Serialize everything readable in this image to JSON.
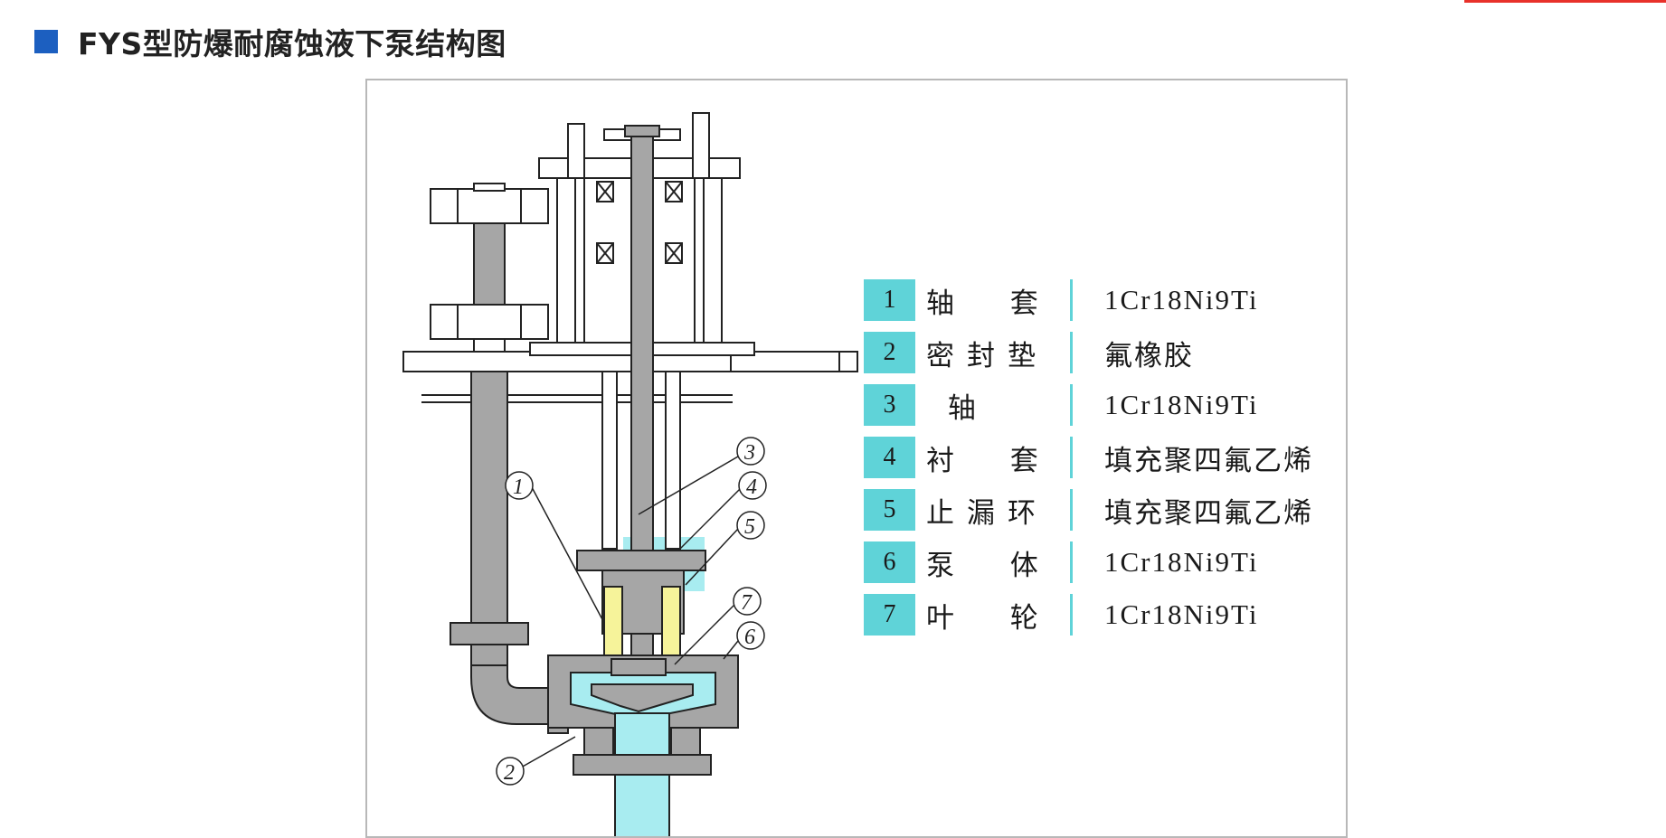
{
  "page": {
    "title": "FYS型防爆耐腐蚀液下泵结构图"
  },
  "colors": {
    "accent_square": "#1c5fc0",
    "top_line": "#e8312a",
    "legend_cyan": "#5fd3d8",
    "metal_gray": "#a6a6a6",
    "liquid_cyan": "#a8ecf0",
    "ptfe_yellow": "#f6f39a"
  },
  "diagram": {
    "callouts": [
      "1",
      "2",
      "3",
      "4",
      "5",
      "6",
      "7"
    ]
  },
  "legend": [
    {
      "num": "1",
      "part": "轴  套",
      "material": "1Cr18Ni9Ti"
    },
    {
      "num": "2",
      "part": "密封垫",
      "material": "氟橡胶"
    },
    {
      "num": "3",
      "part": " 轴",
      "material": "1Cr18Ni9Ti"
    },
    {
      "num": "4",
      "part": "衬  套",
      "material": "填充聚四氟乙烯"
    },
    {
      "num": "5",
      "part": "止漏环",
      "material": "填充聚四氟乙烯"
    },
    {
      "num": "6",
      "part": "泵  体",
      "material": "1Cr18Ni9Ti"
    },
    {
      "num": "7",
      "part": "叶  轮",
      "material": "1Cr18Ni9Ti"
    }
  ]
}
